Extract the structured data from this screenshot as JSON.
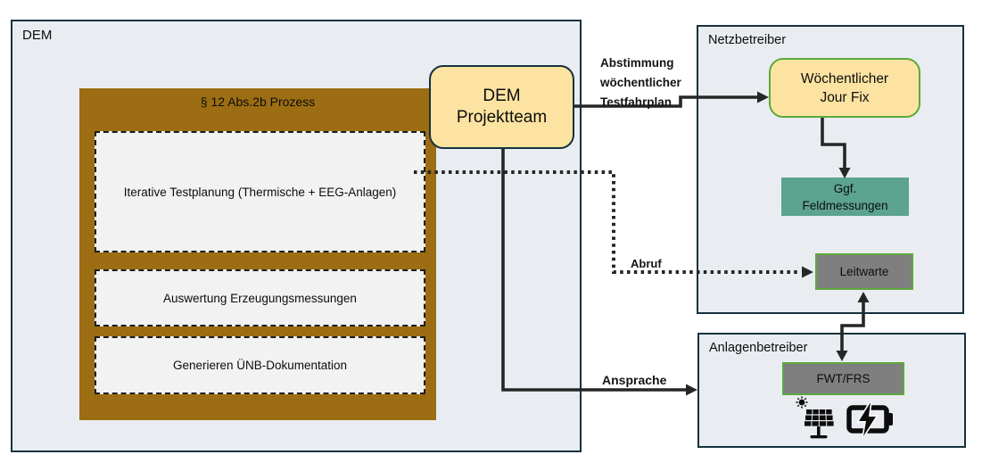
{
  "diagram_title": "DEM §12 Abs.2b Prozess Diagramm",
  "colors": {
    "container_fill": "#e9edf1",
    "container_border": "#16313f",
    "process_brown": "#9c6d12",
    "step_fill": "#f2f2f2",
    "node_yellow": "#fce3a1",
    "green_border": "#5ba93e",
    "teal": "#5ca390",
    "gray": "#7f7f7f",
    "arrow": "#262626"
  },
  "dem": {
    "label": "DEM",
    "process": {
      "title": "§ 12 Abs.2b Prozess",
      "steps": [
        {
          "label": "Iterative Testplanung (Thermische + EEG-Anlagen)"
        },
        {
          "label": "Auswertung Erzeugungsmessungen"
        },
        {
          "label": "Generieren ÜNB-Dokumentation"
        }
      ]
    },
    "projektteam_label": "DEM\nProjektteam"
  },
  "netzbetreiber": {
    "label": "Netzbetreiber",
    "jour_fix_label": "Wöchentlicher\nJour Fix",
    "feldmessungen_label": "Ggf.\nFeldmessungen",
    "leitwarte_label": "Leitwarte"
  },
  "anlagenbetreiber": {
    "label": "Anlagenbetreiber",
    "fwt_frs_label": "FWT/FRS",
    "icons": [
      "solar-panel-icon",
      "battery-charging-icon"
    ]
  },
  "arrow_labels": {
    "abstimmung": "Abstimmung\nwöchentlicher\nTestfahrplan",
    "abruf": "Abruf",
    "ansprache": "Ansprache"
  }
}
